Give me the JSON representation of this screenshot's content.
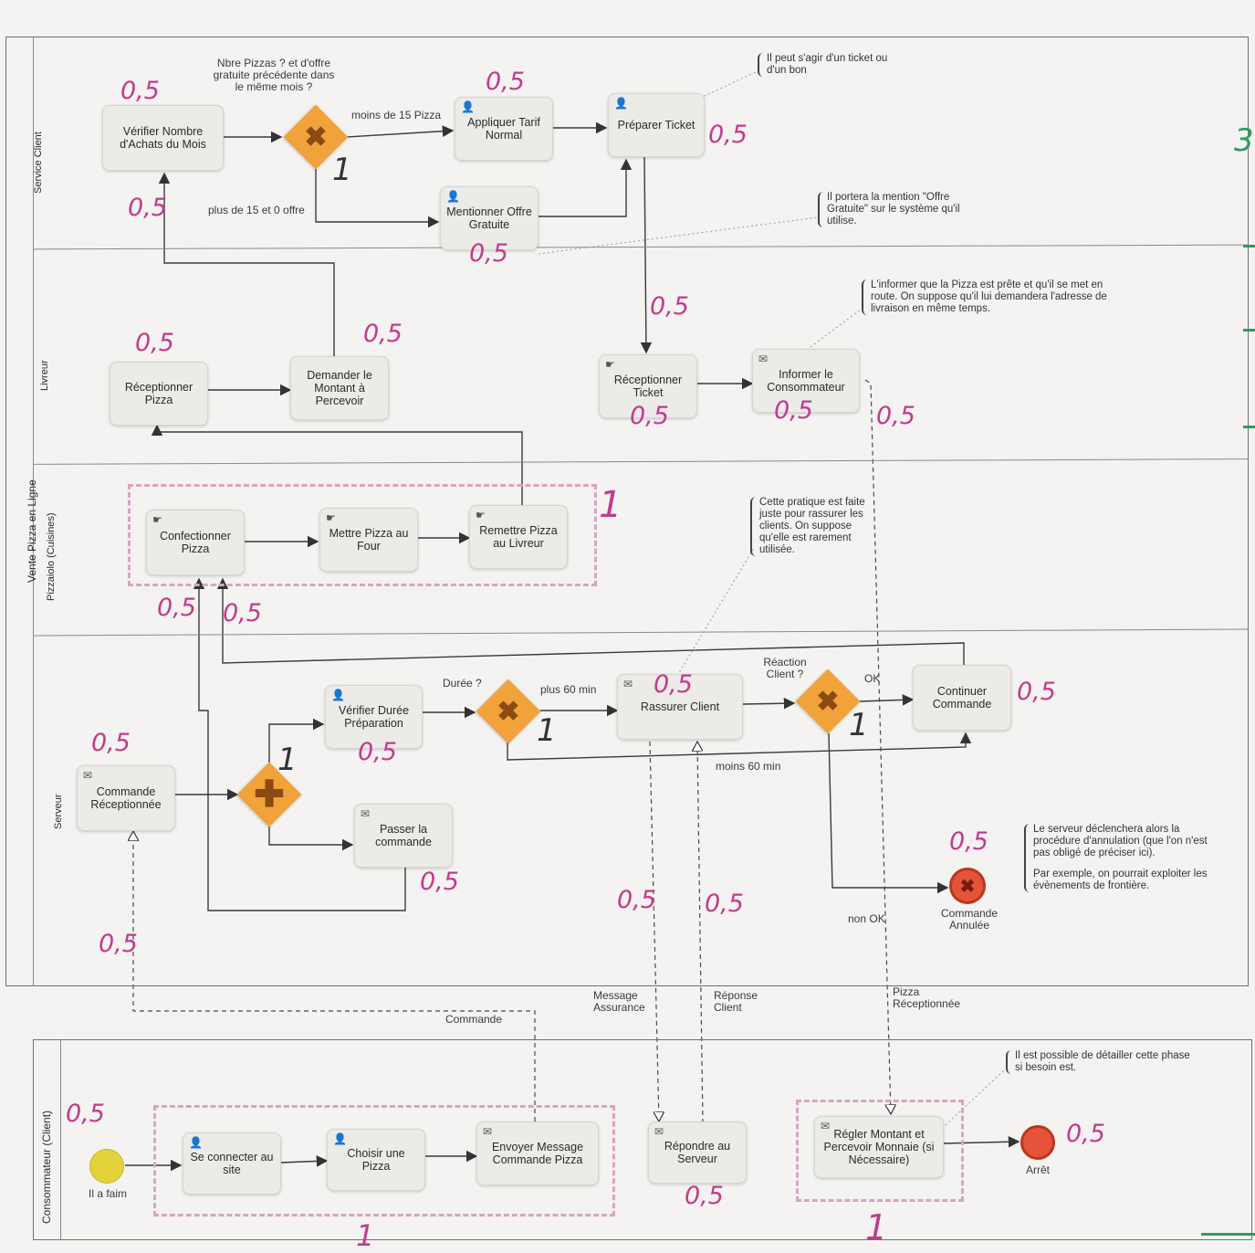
{
  "pools": {
    "main": "Vente Pizza en Ligne",
    "client": "Consommateur (Client)"
  },
  "lanes": {
    "service": "Service Client",
    "livreur": "Livreur",
    "pizzaiolo": "Pizzaiolo (Cuisines)",
    "serveur": "Serveur"
  },
  "tasks": {
    "verifier_achats": "Vérifier Nombre d'Achats du Mois",
    "appliquer_tarif": "Appliquer Tarif Normal",
    "preparer_ticket": "Préparer Ticket",
    "mentionner_offre": "Mentionner Offre Gratuite",
    "receptionner_pizza": "Réceptionner Pizza",
    "demander_montant": "Demander le Montant à Percevoir",
    "receptionner_ticket": "Réceptionner Ticket",
    "informer_conso": "Informer le Consommateur",
    "confectionner": "Confectionner Pizza",
    "mettre_four": "Mettre Pizza au Four",
    "remettre_livreur": "Remettre Pizza au Livreur",
    "commande_recue": "Commande Réceptionnée",
    "verifier_duree": "Vérifier Durée Préparation",
    "passer_commande": "Passer la commande",
    "rassurer_client": "Rassurer Client",
    "continuer_commande": "Continuer Commande",
    "se_connecter": "Se connecter au site",
    "choisir_pizza": "Choisir une Pizza",
    "envoyer_message": "Envoyer Message Commande Pizza",
    "repondre_serveur": "Répondre au Serveur",
    "regler_montant": "Régler Montant et Percevoir Monnaie (si Nécessaire)"
  },
  "labels": {
    "nbre_pizzas": "Nbre Pizzas ? et d'offre gratuite précédente dans le même mois ?",
    "moins_15": "moins de 15 Pizza",
    "plus_15": "plus de 15 et 0 offre",
    "duree": "Durée ?",
    "plus_60": "plus 60 min",
    "moins_60": "moins 60 min",
    "reaction": "Réaction Client ?",
    "ok": "OK",
    "non_ok": "non OK",
    "msg_commande": "Commande",
    "msg_assurance": "Message Assurance",
    "msg_reponse": "Réponse Client",
    "msg_pizza": "Pizza Réceptionnée"
  },
  "events": {
    "start": "Il a faim",
    "annulee": "Commande Annulée",
    "arret": "Arrêt"
  },
  "notes": {
    "ticket": "Il peut s'agir d'un ticket ou d'un bon",
    "offre": "Il portera la mention \"Offre Gratuite\" sur le système qu'il utilise.",
    "informer": "L'informer que la Pizza est prête et qu'il se met en route. On suppose qu'il lui demandera l'adresse de livraison en même temps.",
    "pratique": "Cette pratique est faite juste pour rassurer les clients. On suppose qu'elle est rarement utilisée.",
    "annulation_1": "Le serveur déclenchera alors la procédure d'annulation (que l'on n'est pas obligé de préciser ici).",
    "annulation_2": "Par exemple, on pourrait exploiter les évènements de frontière.",
    "detailler": "Il est possible de détailler cette phase si besoin est."
  },
  "grades": {
    "half": "0,5",
    "one": "1",
    "three": "3"
  },
  "colors": {
    "gateway": "#f2a23a",
    "start_event": "#e3d23c",
    "end_event": "#e4533a",
    "pen": "#c23b8c"
  }
}
